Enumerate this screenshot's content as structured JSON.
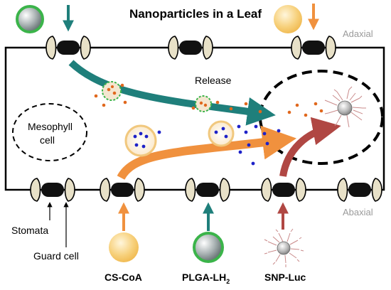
{
  "title": "Nanoparticles in a Leaf",
  "adaxial_label": "Adaxial",
  "abaxial_label": "Abaxial",
  "release_label": "Release",
  "mesophyll_label_line1": "Mesophyll",
  "mesophyll_label_line2": "cell",
  "stomata_label": "Stomata",
  "guard_cell_label": "Guard cell",
  "particles": [
    {
      "name": "CS-CoA"
    },
    {
      "name_main": "PLGA-LH",
      "name_sub": "2"
    },
    {
      "name": "SNP-Luc"
    }
  ],
  "colors": {
    "teal_arrow": "#1f7f7b",
    "orange_arrow": "#f0913e",
    "red_arrow": "#b04743",
    "cs_coa_particle": "#f6cd6a",
    "plga_ring": "#3bb44a",
    "plga_core": "#8b9697",
    "blue_dots": "#1d21c8",
    "orange_dots": "#e0681d"
  }
}
